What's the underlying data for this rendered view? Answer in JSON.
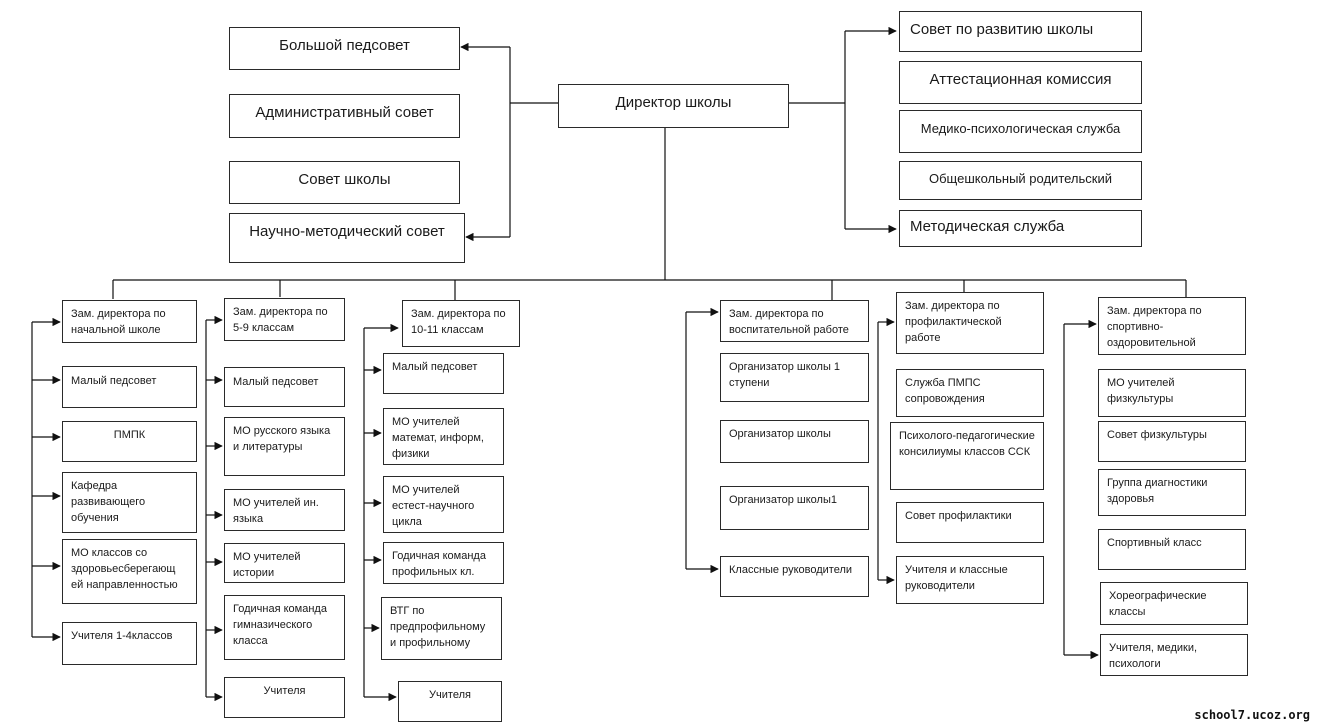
{
  "director": "Директор школы",
  "left_councils": [
    "Большой педсовет",
    "Административный совет",
    "Совет школы",
    "Научно-методический совет"
  ],
  "right_councils": [
    "Совет по развитию школы",
    "Аттестационная комиссия",
    "Медико-психологическая служба",
    "Общешкольный родительский",
    "Методическая служба"
  ],
  "columns": [
    {
      "head": "Зам. директора по начальной школе",
      "items": [
        "Малый педсовет",
        "ПМПК",
        "Кафедра развивающего обучения",
        "МО классов со здоровьесберегающ ей направленностью",
        "Учителя 1-4классов"
      ]
    },
    {
      "head": "Зам. директора по 5-9 классам",
      "items": [
        "Малый педсовет",
        "МО русского языка и литературы",
        "МО учителей ин. языка",
        "МО учителей истории",
        "Годичная команда гимназического класса",
        "Учителя"
      ]
    },
    {
      "head": "Зам. директора по 10-11 классам",
      "items": [
        "Малый педсовет",
        "МО учителей математ, информ, физики",
        "МО учителей естест-научного цикла",
        "Годичная команда профильных кл.",
        "ВТГ по предпрофильному и профильному",
        "Учителя"
      ]
    },
    {
      "head": "Зам. директора по воспитательной работе",
      "items": [
        "Организатор школы 1 ступени",
        "Организатор школы",
        "Организатор школы1",
        "Классные руководители"
      ]
    },
    {
      "head": "Зам. директора по профилактической работе",
      "items": [
        "Служба ПМПС сопровождения",
        "Психолого-педагогические консилиумы классов ССК",
        "Совет профилактики",
        "Учителя и классные руководители"
      ]
    },
    {
      "head": "Зам. директора по спортивно-оздоровительной",
      "items": [
        "МО учителей физкультуры",
        "Совет физкультуры",
        "Группа диагностики здоровья",
        "Спортивный класс",
        "Хореографические классы",
        "Учителя, медики, психологи"
      ]
    }
  ],
  "watermark": "school7.ucoz.org"
}
